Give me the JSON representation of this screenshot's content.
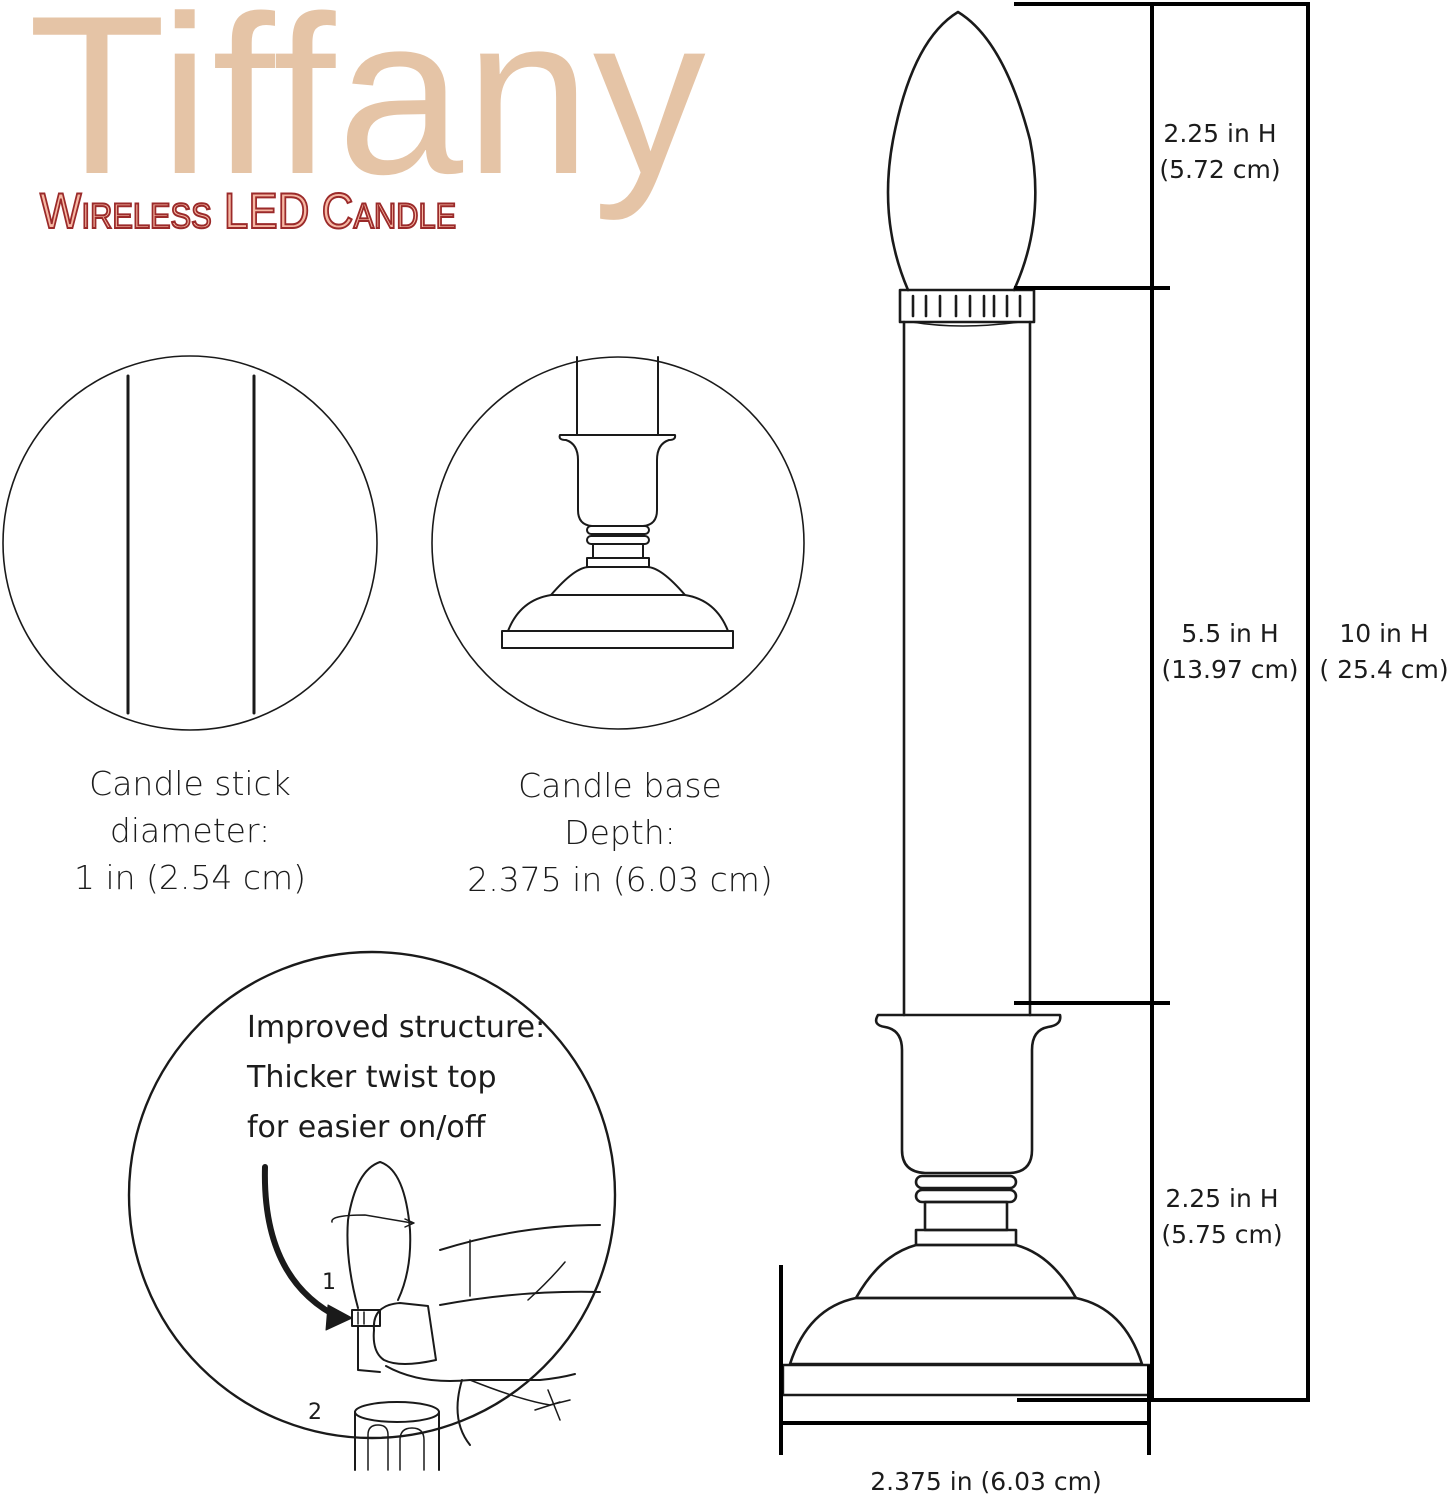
{
  "brand": {
    "title": "Tiffany",
    "subtitle": "Wireless LED Candle",
    "title_color": "#e5c4a6",
    "subtitle_fill": "#f6b8a4",
    "subtitle_stroke": "#9b2a2a"
  },
  "detail_circles": {
    "stick": {
      "line1": "Candle stick",
      "line2": "diameter:",
      "line3": "1 in (2.54 cm)"
    },
    "base": {
      "line1": "Candle base",
      "line2": "Depth:",
      "line3": "2.375 in (6.03 cm)"
    },
    "twist": {
      "line1": "Improved structure:",
      "line2": "Thicker twist top",
      "line3": "for easier on/off",
      "step1": "1",
      "step2": "2"
    }
  },
  "dimensions": {
    "bulb": {
      "inches": "2.25 in H",
      "cm": "(5.72 cm)"
    },
    "stick": {
      "inches": "5.5 in H",
      "cm": "(13.97 cm)"
    },
    "base": {
      "inches": "2.25 in H",
      "cm": "(5.75 cm)"
    },
    "total": {
      "inches": "10 in H",
      "cm": "( 25.4 cm)"
    },
    "width": {
      "label": "2.375 in (6.03 cm)"
    }
  }
}
